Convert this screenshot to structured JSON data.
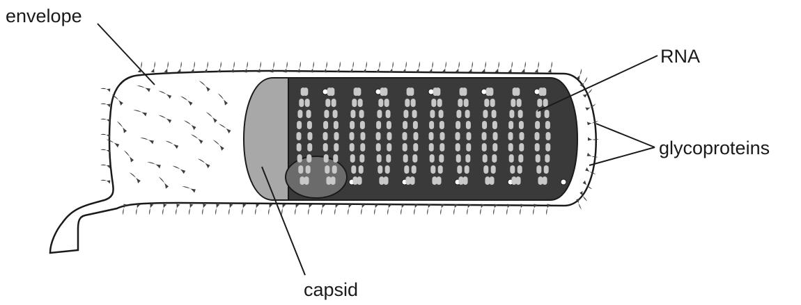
{
  "labels": {
    "envelope": "envelope",
    "rna": "RNA",
    "glycoproteins": "glycoproteins",
    "capsid": "capsid"
  },
  "colors": {
    "outline": "#1a1a1a",
    "spike": "#3d3d3d",
    "capsid_body": "#3a3a3a",
    "capsid_cap": "#a8a8a8",
    "vesicle": "#6b6b6b",
    "rna_segment": "#c8c8c8",
    "background": "#ffffff"
  }
}
